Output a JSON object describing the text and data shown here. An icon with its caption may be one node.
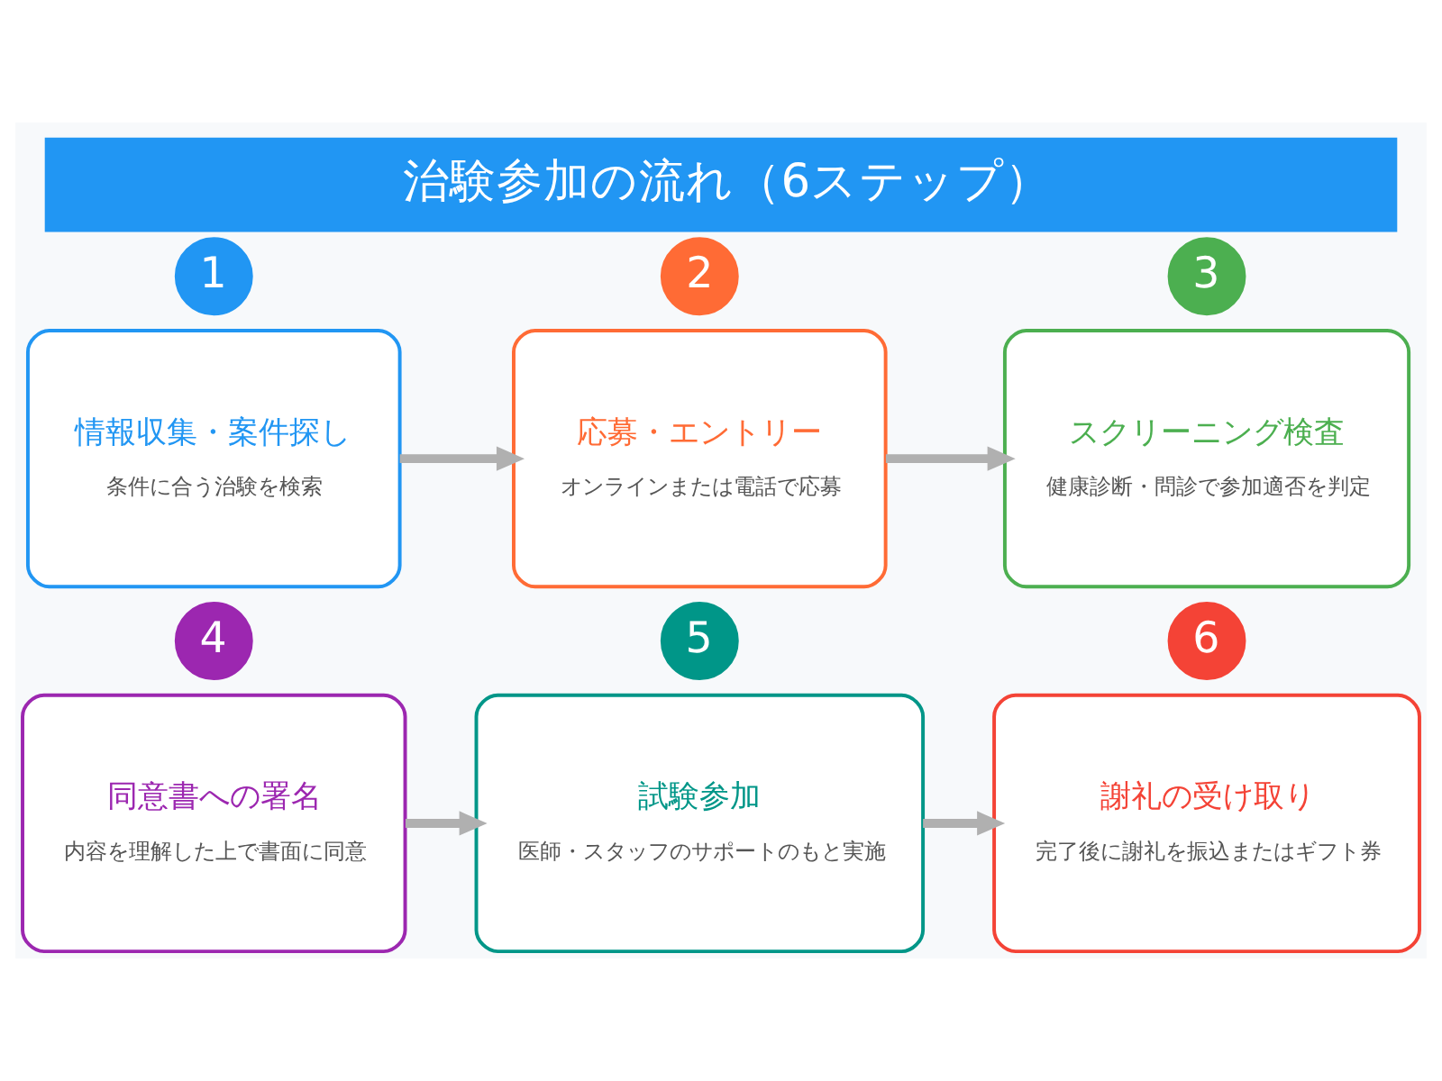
{
  "diagram": {
    "title": "治験参加の流れ（6ステップ）",
    "nodes": [
      {
        "text": [
          "1"
        ]
      },
      {
        "text": [
          "情報収集・案件探し",
          "条件に合う治験を検索"
        ]
      },
      {
        "text": [
          "2"
        ]
      },
      {
        "text": [
          "応募・エントリー",
          "オンラインまたは電話で応募"
        ]
      },
      {
        "text": [
          "3"
        ]
      },
      {
        "text": [
          "スクリーニング検査",
          "健康診断・問診で参加適否を判定"
        ]
      },
      {
        "text": [
          "4"
        ]
      },
      {
        "text": [
          "同意書への署名",
          "内容を理解した上で書面に同意"
        ]
      },
      {
        "text": [
          "5"
        ]
      },
      {
        "text": [
          "試験参加",
          "医師・スタッフのサポートのもと実施"
        ]
      },
      {
        "text": [
          "6"
        ]
      },
      {
        "text": [
          "謝礼の受け取り",
          "完了後に謝礼を振込またはギフト券"
        ]
      }
    ],
    "edges": [
      {
        "from": 1,
        "to": 3,
        "arrow": "to"
      },
      {
        "from": 3,
        "to": 5,
        "arrow": "to"
      },
      {
        "from": 7,
        "to": 9,
        "arrow": "to"
      },
      {
        "from": 9,
        "to": 11,
        "arrow": "to"
      }
    ]
  }
}
